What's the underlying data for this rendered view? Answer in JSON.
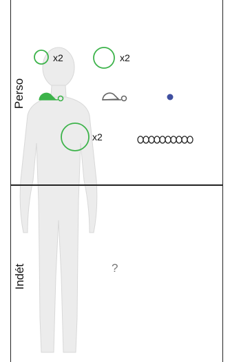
{
  "sections": {
    "top_label": "Perso",
    "bottom_label": "Indét"
  },
  "multipliers": {
    "small_circle": "x2",
    "medium_circle": "x2",
    "large_circle": "x2"
  },
  "unknown_marker": "?",
  "colors": {
    "green": "#3cb34a",
    "gray": "#666666",
    "blue": "#3f4fa0",
    "silhouette": "#ececec",
    "silhouette_stroke": "#d8d8d8",
    "line": "#222222"
  },
  "icons": {
    "small_circle": "green-outline-circle",
    "medium_circle": "green-outline-circle",
    "large_circle": "green-outline-circle",
    "green_animal": "green-hedgehog-shape",
    "gray_animal": "gray-hedgehog-shape",
    "dot": "blue-dot",
    "chain": "chain-of-rings"
  }
}
